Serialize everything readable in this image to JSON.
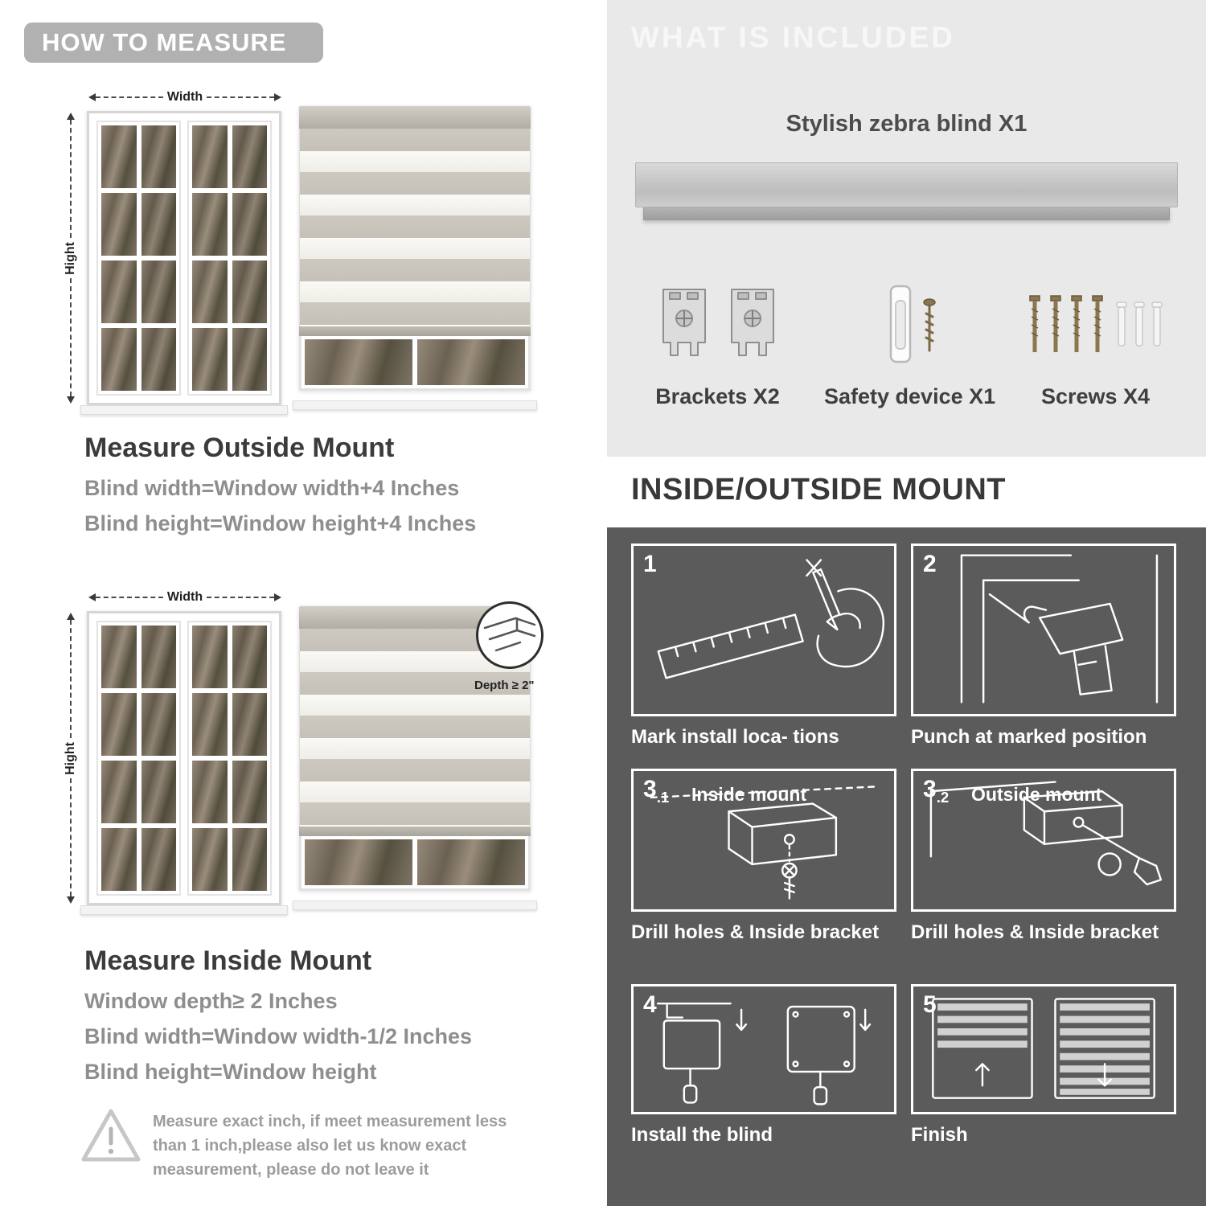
{
  "colors": {
    "banner_bg": "#b1b1b1",
    "included_bg": "#e9e9e9",
    "mount_bg": "#5b5b5b",
    "heading_text": "#3b3b3b",
    "sub_text": "#8e8e8e"
  },
  "measure": {
    "header": "HOW TO MEASURE",
    "outside": {
      "width_label": "Width",
      "height_label": "Hight",
      "title": "Measure Outside Mount",
      "lines": [
        "Blind width=Window width+4 Inches",
        "Blind height=Window height+4 Inches"
      ]
    },
    "inside": {
      "width_label": "Width",
      "height_label": "Hight",
      "depth_label": "Depth ≥ 2\"",
      "title": "Measure Inside Mount",
      "lines": [
        "Window depth≥ 2 Inches",
        "Blind width=Window width-1/2 Inches",
        "Blind height=Window height"
      ]
    },
    "note": {
      "icon": "warning-triangle",
      "text": "Measure exact inch, if meet measurement less than 1 inch,please also let us know exact measurement, please do not leave it"
    }
  },
  "included": {
    "header": "WHAT IS INCLUDED",
    "blind_label": "Stylish zebra blind X1",
    "items": [
      {
        "icon": "brackets-icon",
        "label": "Brackets X2"
      },
      {
        "icon": "safety-device-icon",
        "label": "Safety device X1"
      },
      {
        "icon": "screws-icon",
        "label": "Screws X4"
      }
    ]
  },
  "mount": {
    "header": "INSIDE/OUTSIDE MOUNT",
    "steps": [
      {
        "num": "1",
        "caption": "Mark install loca- tions"
      },
      {
        "num": "2",
        "caption": "Punch at  marked position"
      },
      {
        "num": "3",
        "sub": ".1",
        "tag": "Inside mount",
        "caption": "Drill holes &  Inside bracket"
      },
      {
        "num": "3",
        "sub": ".2",
        "tag": "Outside mount",
        "caption": "Drill holes &  Inside bracket"
      },
      {
        "num": "4",
        "caption": "Install the blind"
      },
      {
        "num": "5",
        "caption": "Finish"
      }
    ]
  }
}
